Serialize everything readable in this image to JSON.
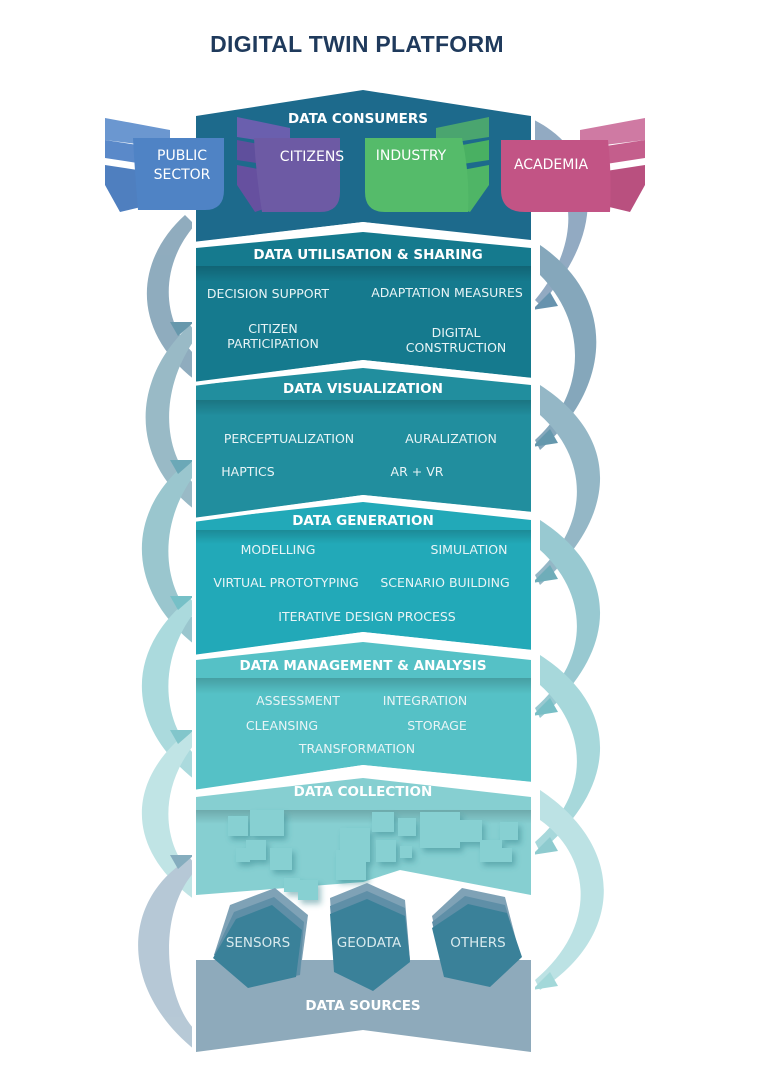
{
  "title": "DIGITAL TWIN PLATFORM",
  "colors": {
    "title": "#1f3a5c",
    "consumers_layer": "#1d6a8c",
    "utilisation_layer": "#157a8e",
    "visualization_layer": "#218e9e",
    "generation_layer": "#22a9b8",
    "management_layer": "#55c1c6",
    "collection_layer": "#86cfd1",
    "sources_layer": "#8eaabb",
    "public_sector": "#4f83c5",
    "citizens": "#6d5aa4",
    "industry": "#55bb6a",
    "academia": "#c25485",
    "source_hexagon": "#3a8199"
  },
  "consumers": {
    "title": "DATA CONSUMERS",
    "groups": [
      {
        "line1": "PUBLIC",
        "line2": "SECTOR"
      },
      {
        "line1": "CITIZENS",
        "line2": ""
      },
      {
        "line1": "INDUSTRY",
        "line2": ""
      },
      {
        "line1": "ACADEMIA",
        "line2": ""
      }
    ]
  },
  "layers": [
    {
      "title": "DATA UTILISATION & SHARING",
      "items": [
        {
          "line1": "DECISION SUPPORT",
          "line2": ""
        },
        {
          "line1": "ADAPTATION MEASURES",
          "line2": ""
        },
        {
          "line1": "CITIZEN",
          "line2": "PARTICIPATION"
        },
        {
          "line1": "DIGITAL",
          "line2": "CONSTRUCTION"
        }
      ]
    },
    {
      "title": "DATA VISUALIZATION",
      "items": [
        {
          "line1": "PERCEPTUALIZATION"
        },
        {
          "line1": "AURALIZATION"
        },
        {
          "line1": "HAPTICS"
        },
        {
          "line1": "AR + VR"
        }
      ]
    },
    {
      "title": "DATA GENERATION",
      "items": [
        {
          "line1": "MODELLING"
        },
        {
          "line1": "SIMULATION"
        },
        {
          "line1": "VIRTUAL PROTOTYPING"
        },
        {
          "line1": "SCENARIO BUILDING"
        },
        {
          "line1": "ITERATIVE DESIGN PROCESS"
        }
      ]
    },
    {
      "title": "DATA MANAGEMENT & ANALYSIS",
      "items": [
        {
          "line1": "ASSESSMENT"
        },
        {
          "line1": "INTEGRATION"
        },
        {
          "line1": "CLEANSING"
        },
        {
          "line1": "STORAGE"
        },
        {
          "line1": "TRANSFORMATION"
        }
      ]
    },
    {
      "title": "DATA COLLECTION",
      "items": []
    }
  ],
  "sources": {
    "title": "DATA SOURCES",
    "items": [
      "SENSORS",
      "GEODATA",
      "OTHERS"
    ]
  }
}
